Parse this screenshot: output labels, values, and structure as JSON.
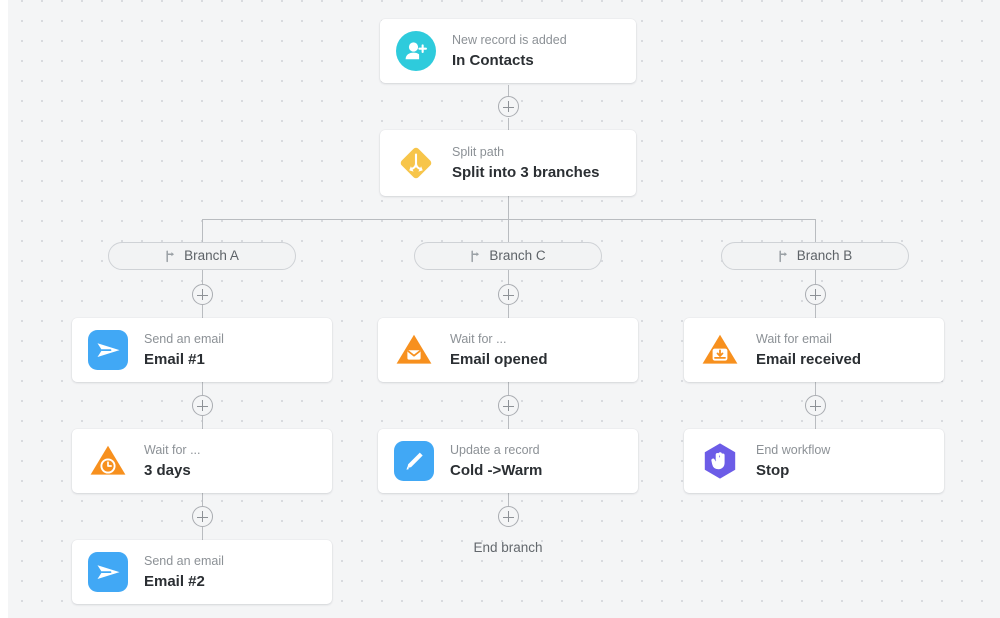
{
  "canvas": {
    "background_color": "#f4f5f6",
    "dot_color": "#d8dade"
  },
  "nodes": {
    "trigger": {
      "subtitle": "New record is added",
      "title": "In Contacts",
      "icon": "person-add-icon",
      "icon_shape": "circle",
      "icon_color": "#2ecbdc"
    },
    "split": {
      "subtitle": "Split path",
      "title": "Split into 3 branches",
      "icon": "split-path-icon",
      "icon_shape": "diamond",
      "icon_color": "#f7c54a"
    }
  },
  "branches": [
    {
      "label": "Branch A",
      "icon": "branch-icon",
      "steps": [
        {
          "subtitle": "Send an email",
          "title": "Email #1",
          "icon": "paper-plane-icon",
          "icon_shape": "rounded-square",
          "icon_color": "#41a8f5"
        },
        {
          "subtitle": "Wait for ...",
          "title": "3 days",
          "icon": "clock-icon",
          "icon_shape": "triangle",
          "icon_color": "#f7901e"
        },
        {
          "subtitle": "Send an email",
          "title": "Email #2",
          "icon": "paper-plane-icon",
          "icon_shape": "rounded-square",
          "icon_color": "#41a8f5"
        }
      ]
    },
    {
      "label": "Branch C",
      "icon": "branch-icon",
      "steps": [
        {
          "subtitle": "Wait for ...",
          "title": "Email opened",
          "icon": "envelope-icon",
          "icon_shape": "triangle",
          "icon_color": "#f7901e"
        },
        {
          "subtitle": "Update a record",
          "title": "Cold ->Warm",
          "icon": "pencil-icon",
          "icon_shape": "rounded-square",
          "icon_color": "#41a8f5"
        }
      ],
      "end_label": "End branch"
    },
    {
      "label": "Branch B",
      "icon": "branch-icon",
      "steps": [
        {
          "subtitle": "Wait for email",
          "title": "Email received",
          "icon": "inbox-download-icon",
          "icon_shape": "triangle",
          "icon_color": "#f7901e"
        },
        {
          "subtitle": "End workflow",
          "title": "Stop",
          "icon": "stop-hand-icon",
          "icon_shape": "hexagon",
          "icon_color": "#6c5ce7"
        }
      ]
    }
  ],
  "add_buttons": {
    "label": "add-step"
  }
}
